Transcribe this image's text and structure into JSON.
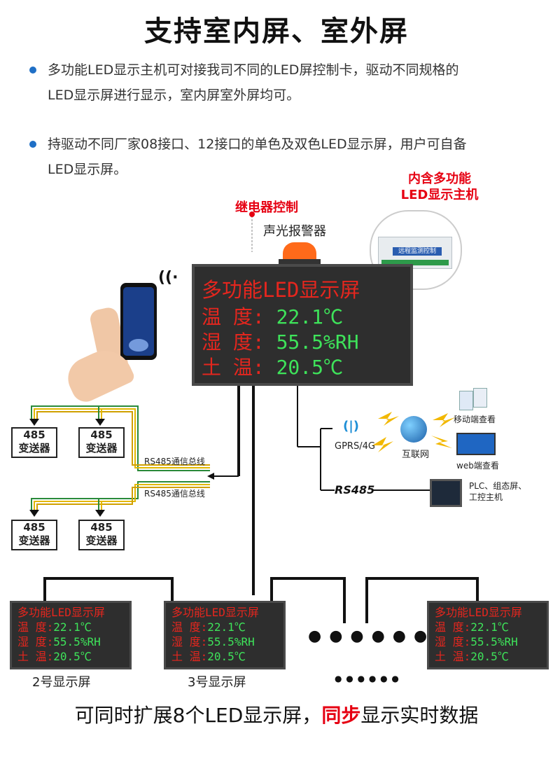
{
  "title": "支持室内屏、室外屏",
  "bullets": [
    {
      "line1": "多功能LED显示主机可对接我司不同的LED屏控制卡，驱动不同规格的",
      "line2": "LED显示屏进行显示，室内屏室外屏均可。"
    },
    {
      "line1": "持驱动不同厂家08接口、12接口的单色及双色LED显示屏，用户可自备",
      "line2": "LED显示屏。"
    }
  ],
  "callouts": {
    "host_line1": "内含多功能",
    "host_line2": "LED显示主机",
    "relay": "继电器控制",
    "alarm": "声光报警器"
  },
  "host_device_text": "远程监测控制",
  "main_screen": {
    "title": "多功能LED显示屏",
    "rows": [
      {
        "label": "温  度:",
        "value": "22.1℃"
      },
      {
        "label": "湿  度:",
        "value": "55.5%RH"
      },
      {
        "label": "土  温:",
        "value": "20.5℃"
      }
    ]
  },
  "transmitters": [
    {
      "line1": "485",
      "line2": "变送器"
    },
    {
      "line1": "485",
      "line2": "变送器"
    },
    {
      "line1": "485",
      "line2": "变送器"
    },
    {
      "line1": "485",
      "line2": "变送器"
    }
  ],
  "bus_label": "RS485通信总线",
  "network": {
    "gprs": "GPRS/4G",
    "internet": "互联网",
    "mobile": "移动端查看",
    "web": "web端查看",
    "rs485": "RS485",
    "plc_line1": "PLC、组态屏、",
    "plc_line2": "工控主机"
  },
  "small_screens": [
    {
      "caption": "2号显示屏"
    },
    {
      "caption": "3号显示屏"
    },
    {
      "caption": ""
    }
  ],
  "ellipsis": "● ● ●   ● ● ●",
  "ellipsis_small": "● ● ●   ● ● ●",
  "bottom": {
    "pre": "可同时扩展8个LED显示屏，",
    "highlight": "同步",
    "post": "显示实时数据"
  },
  "colors": {
    "accent_red": "#e60012",
    "led_red": "#e5261e",
    "led_green": "#3ee35a",
    "bullet_blue": "#1f6fc6"
  }
}
